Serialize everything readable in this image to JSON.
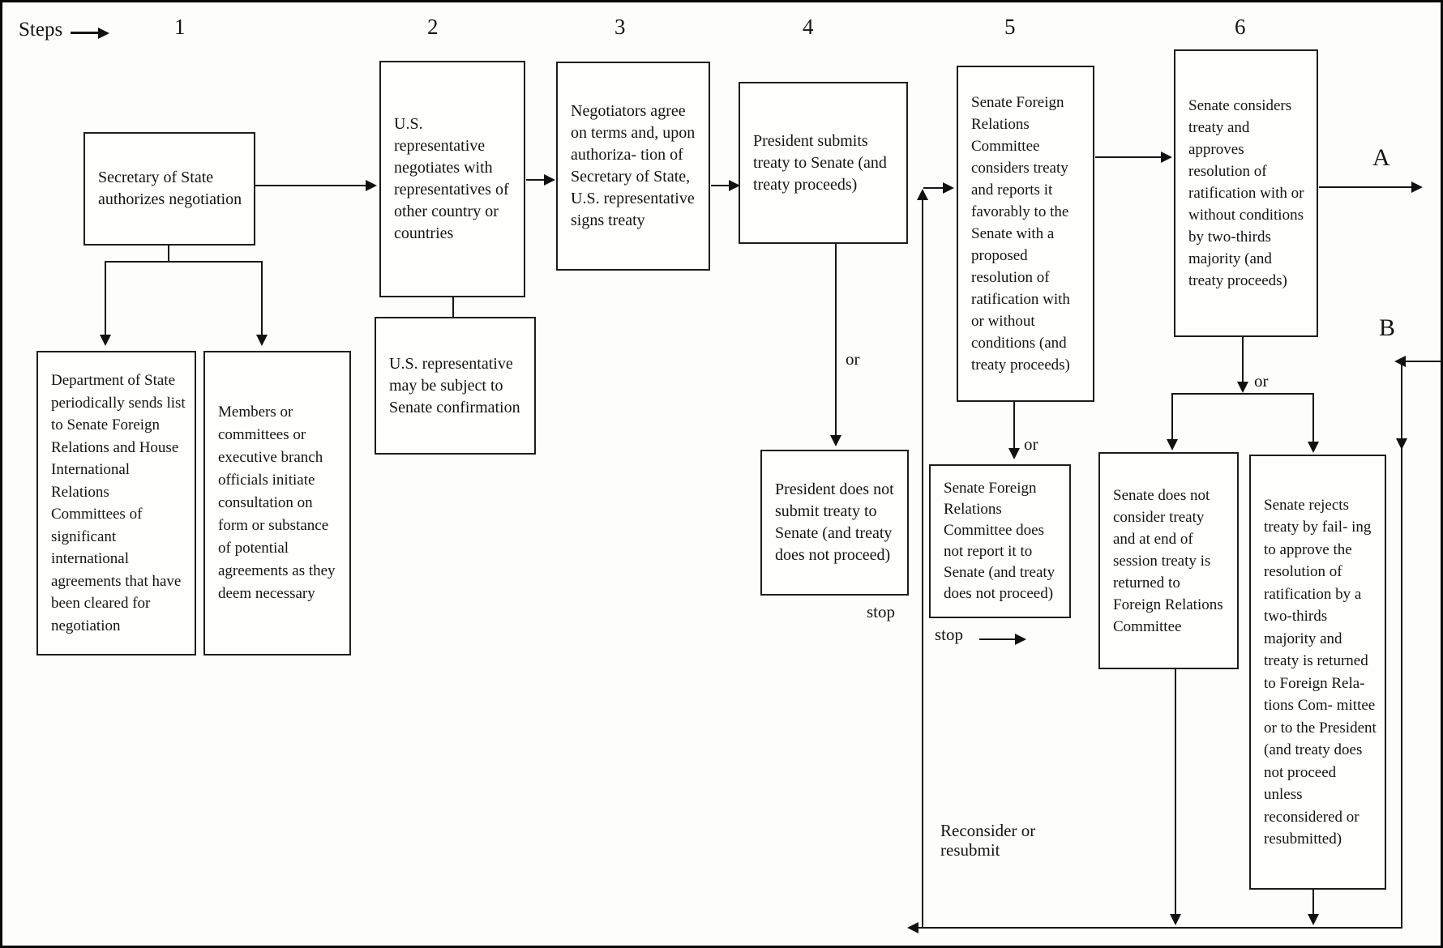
{
  "header": {
    "steps_label": "Steps",
    "step_numbers": [
      "1",
      "2",
      "3",
      "4",
      "5",
      "6"
    ]
  },
  "boxes": {
    "step1": {
      "text": "Secretary of State authorizes negotiation"
    },
    "step1_list": {
      "text": "Department of State periodically sends list to Senate Foreign Relations and House International Relations Committees of significant international agreements that have been cleared for negotiation"
    },
    "step1_consult": {
      "text": "Members or committees or executive branch officials initiate consultation on form or substance of potential agreements as they deem necessary"
    },
    "step2": {
      "text": "U.S. representative negotiates with representatives of other country or countries"
    },
    "step2_confirm": {
      "text": "U.S. representative may be subject to Senate confirmation"
    },
    "step3": {
      "text": "Negotiators agree on terms and, upon authoriza- tion of Secretary of State, U.S. representative signs treaty"
    },
    "step4": {
      "text": "President submits treaty to Senate (and treaty proceeds)"
    },
    "step4_fail": {
      "text": "President does not submit treaty to Senate (and treaty does not proceed)"
    },
    "step5": {
      "text": "Senate Foreign Relations Committee considers treaty and reports it favorably to the Senate with a proposed resolution of ratification with or without conditions (and treaty proceeds)"
    },
    "step5_fail": {
      "text": "Senate Foreign Relations Committee does not report it to Senate (and treaty does not proceed)"
    },
    "step6": {
      "text": "Senate considers treaty and approves resolution of ratification with or without conditions by two-thirds majority (and treaty proceeds)"
    },
    "step6_notconsider": {
      "text": "Senate does not consider treaty and at end of session treaty is returned to Foreign Relations Committee"
    },
    "step6_reject": {
      "text": "Senate rejects treaty by fail- ing to approve the resolution of ratification by a two-thirds majority and treaty is returned to Foreign Rela- tions Com- mittee or to the President (and treaty does not proceed unless reconsidered or resubmitted)"
    }
  },
  "labels": {
    "or_step4": "or",
    "or_step5": "or",
    "or_step6": "or",
    "stop_step4": "stop",
    "stop_step5": "stop",
    "outcome_a": "A",
    "outcome_b": "B",
    "reconsider": "Reconsider or resubmit"
  },
  "colors": {
    "ink": "#141414",
    "paper": "#fdfdfb"
  }
}
